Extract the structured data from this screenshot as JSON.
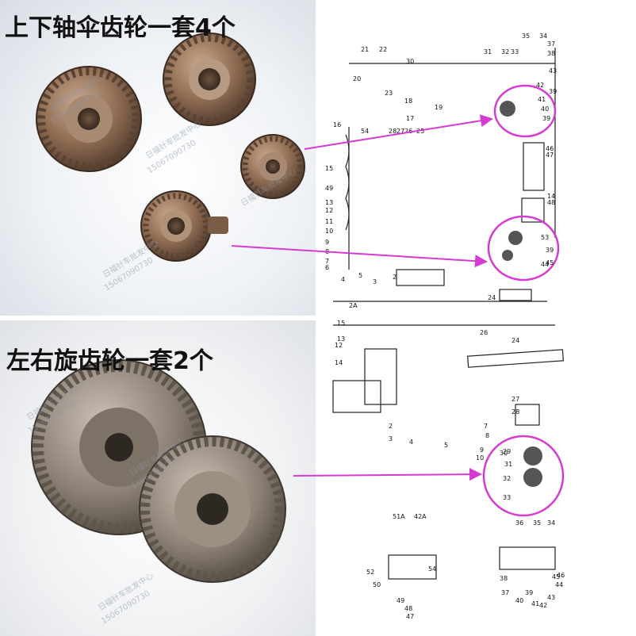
{
  "captions": {
    "top": "上下轴伞齿轮一套4个",
    "bottom": "左右旋齿轮一套2个"
  },
  "watermark": {
    "shop": "日福针车批发中心",
    "phone": "15067090730"
  },
  "diagram_labels": {
    "upper": [
      "35",
      "34",
      "37",
      "21",
      "22",
      "30",
      "31",
      "32",
      "33",
      "38",
      "20",
      "23",
      "19",
      "41",
      "40",
      "39",
      "18",
      "17",
      "16",
      "54",
      "28",
      "27",
      "26",
      "25",
      "46",
      "47",
      "15",
      "14",
      "48",
      "49",
      "13",
      "12",
      "11",
      "10",
      "9",
      "8",
      "7",
      "6",
      "5",
      "4",
      "3",
      "2",
      "2A",
      "24",
      "53",
      "39",
      "45",
      "44",
      "39",
      "42",
      "43"
    ],
    "lower": [
      "15",
      "13",
      "12",
      "14",
      "26",
      "24",
      "27",
      "28",
      "29",
      "30",
      "31",
      "32",
      "33",
      "7",
      "8",
      "9",
      "10",
      "2",
      "3",
      "4",
      "5",
      "36",
      "35",
      "34",
      "51A",
      "42A",
      "52",
      "50",
      "49",
      "48",
      "47",
      "38",
      "37",
      "40",
      "39",
      "41",
      "42",
      "43",
      "44",
      "45",
      "46",
      "54"
    ]
  },
  "highlight_color": "#d63bd1",
  "gear_color": "#8a6a50"
}
